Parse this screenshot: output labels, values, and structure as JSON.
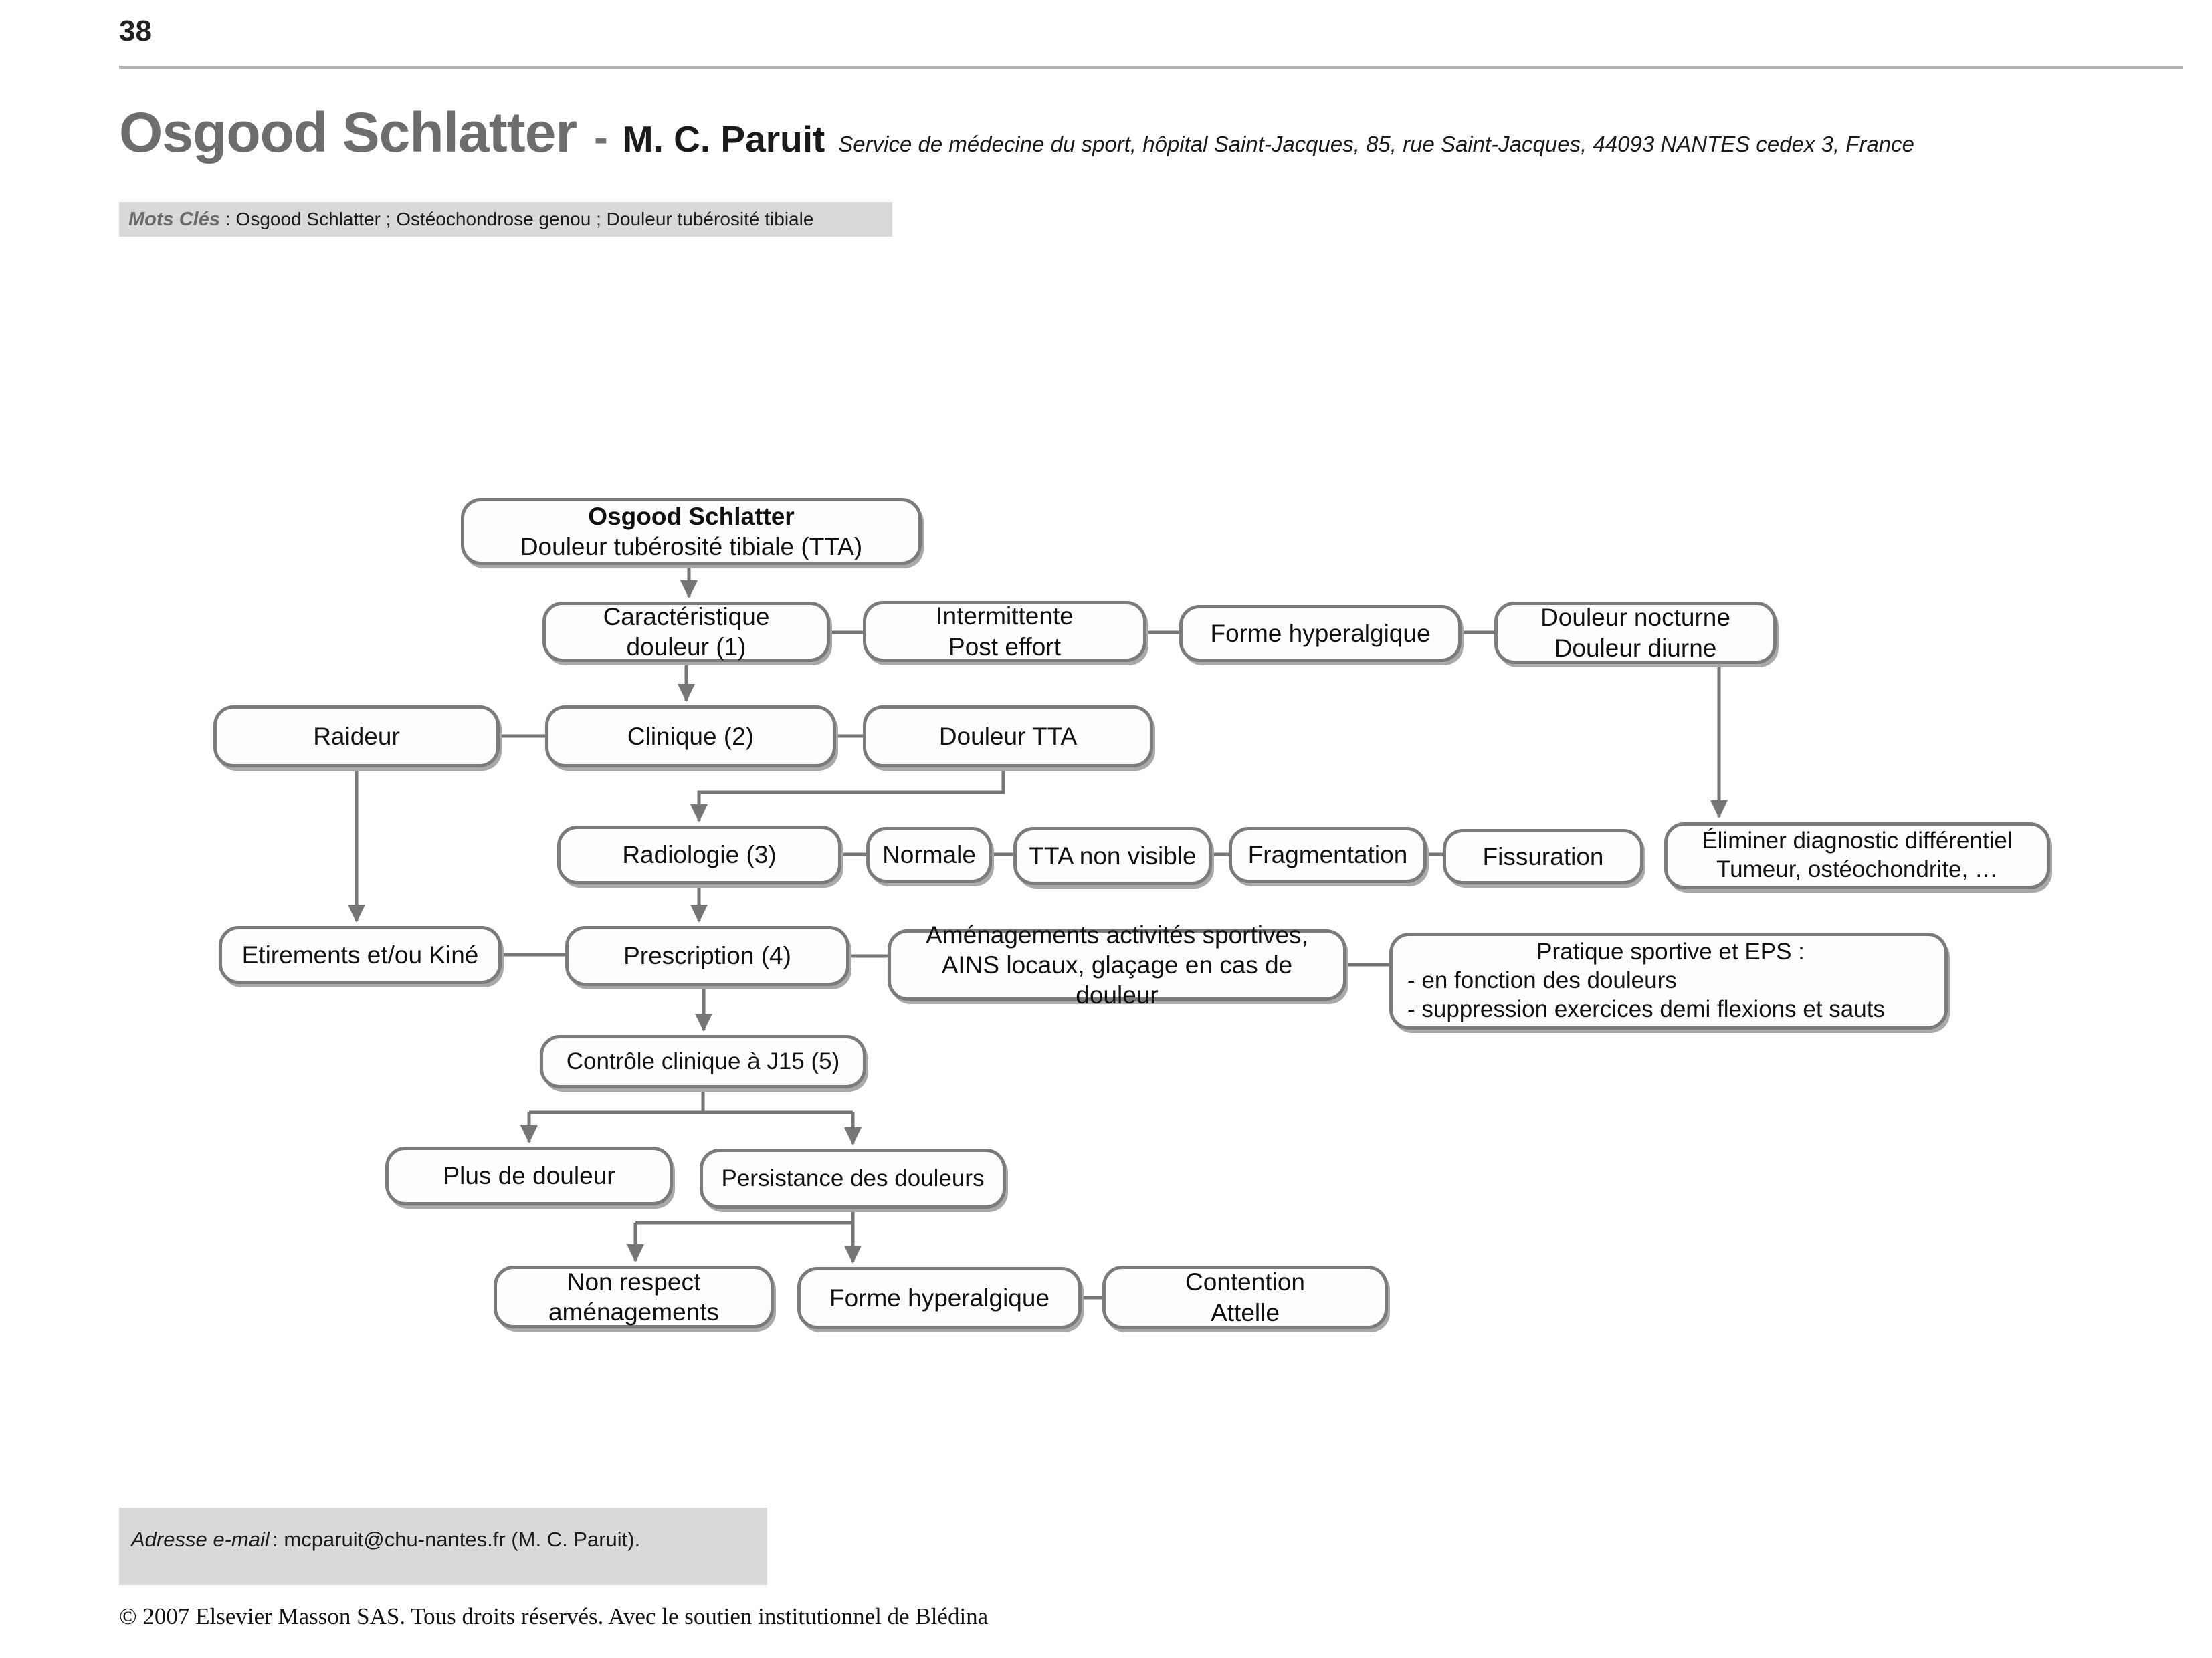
{
  "colors": {
    "box_border": "#7b7b7b",
    "box_fill": "#fdfdfb",
    "connector": "#767676",
    "gray_bar_bg": "#d9d9d9",
    "title_gray": "#6d6d6d",
    "rule_gray": "#b4b4b4"
  },
  "page": {
    "number": "38"
  },
  "header": {
    "title": "Osgood Schlatter",
    "separator": "-",
    "author": "M. C. Paruit",
    "affiliation": "Service de médecine du sport, hôpital Saint-Jacques, 85, rue Saint-Jacques, 44093 NANTES cedex 3, France",
    "keywords_label": "Mots Clés",
    "keywords_text": ": Osgood Schlatter ; Ostéochondrose genou ; Douleur tubérosité tibiale"
  },
  "flowchart": {
    "nodes": {
      "osgood": {
        "lines": [
          "Osgood Schlatter",
          "Douleur tubérosité tibiale (TTA)"
        ]
      },
      "caracteristique": {
        "lines": [
          "Caractéristique",
          "douleur (1)"
        ]
      },
      "intermittente": {
        "lines": [
          "Intermittente",
          "Post effort"
        ]
      },
      "forme_hyper_1": {
        "lines": [
          "Forme hyperalgique"
        ]
      },
      "douleur_nocturne": {
        "lines": [
          "Douleur nocturne",
          "Douleur diurne"
        ]
      },
      "raideur": {
        "lines": [
          "Raideur"
        ]
      },
      "clinique": {
        "lines": [
          "Clinique (2)"
        ]
      },
      "douleur_tta": {
        "lines": [
          "Douleur TTA"
        ]
      },
      "radiologie": {
        "lines": [
          "Radiologie (3)"
        ]
      },
      "normale": {
        "lines": [
          "Normale"
        ]
      },
      "tta_non_visible": {
        "lines": [
          "TTA non visible"
        ]
      },
      "fragmentation": {
        "lines": [
          "Fragmentation"
        ]
      },
      "fissuration": {
        "lines": [
          "Fissuration"
        ]
      },
      "eliminer": {
        "lines": [
          "Éliminer diagnostic différentiel",
          "Tumeur, ostéochondrite, …"
        ]
      },
      "etirements": {
        "lines": [
          "Etirements et/ou Kiné"
        ]
      },
      "prescription": {
        "lines": [
          "Prescription (4)"
        ]
      },
      "amenagements": {
        "lines": [
          "Aménagements activités sportives,",
          "AINS locaux, glaçage en cas de douleur"
        ]
      },
      "pratique": {
        "lines": [
          "Pratique sportive et EPS :",
          "- en fonction des douleurs",
          "- suppression exercices demi flexions et sauts"
        ]
      },
      "controle": {
        "lines": [
          "Contrôle clinique à J15 (5)"
        ]
      },
      "plus_de_douleur": {
        "lines": [
          "Plus de douleur"
        ]
      },
      "persistance": {
        "lines": [
          "Persistance des douleurs"
        ]
      },
      "non_respect": {
        "lines": [
          "Non respect",
          "aménagements"
        ]
      },
      "forme_hyper_2": {
        "lines": [
          "Forme hyperalgique"
        ]
      },
      "contention": {
        "lines": [
          "Contention",
          "Attelle"
        ]
      }
    }
  },
  "footer": {
    "email_label": "Adresse e-mail",
    "email_text": ": mcparuit@chu-nantes.fr (M. C. Paruit).",
    "copyright": "© 2007 Elsevier Masson SAS. Tous droits réservés. Avec le soutien institutionnel de Blédina"
  }
}
